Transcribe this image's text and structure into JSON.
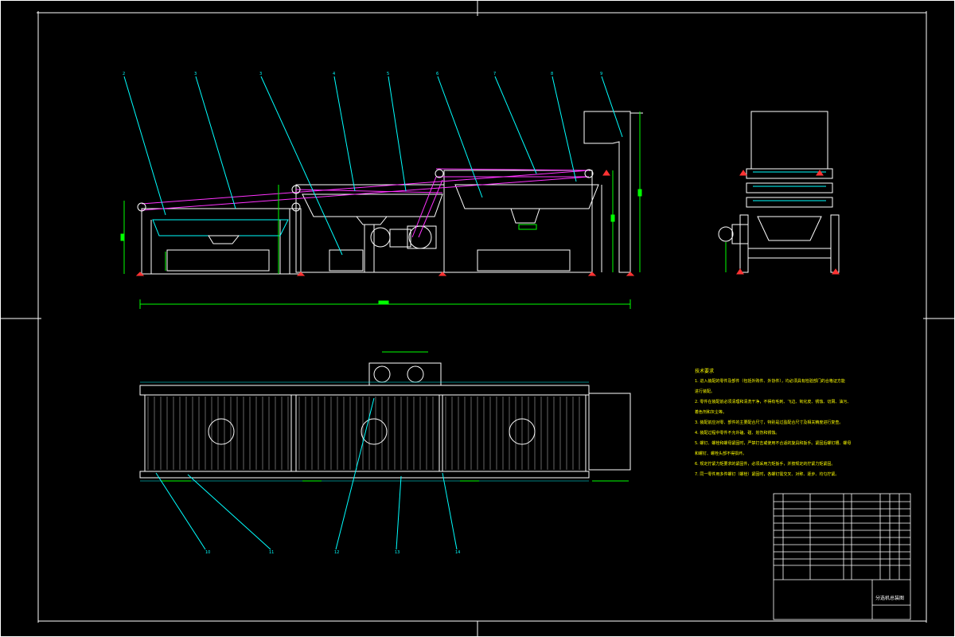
{
  "drawing": {
    "title": "分选机总装图",
    "balloons_top": [
      "2",
      "3",
      "3",
      "4",
      "5",
      "6",
      "7",
      "8",
      "9"
    ],
    "balloons_bottom": [
      "10",
      "11",
      "12",
      "13",
      "14"
    ]
  },
  "notes": {
    "title": "技术要求",
    "lines": [
      "1. 进入装配的零件及部件（包括外购件、外协件），均必须具有检验部门的合格证方能",
      "进行装配。",
      "2. 零件在装配前必须清理和清洗干净，不得有毛刺、飞边、氧化皮、锈蚀、切屑、油污、",
      "着色剂和灰尘等。",
      "3. 装配前应对零、部件的主要配合尺寸，特别是过盈配合尺寸及相关精度进行复查。",
      "4. 装配过程中零件不允许磕、碰、划伤和锈蚀。",
      "5. 螺钉、螺栓和螺母紧固时，严禁打击或使用不合适的旋具和扳手。紧固后螺钉槽、螺母",
      "和螺钉、螺栓头部不得损坏。",
      "6. 规定拧紧力矩要求的紧固件，必须采用力矩扳手，并按规定的拧紧力矩紧固。",
      "7. 同一零件用多件螺钉（螺栓）紧固时，各螺钉需交叉、对称、逐步、均匀拧紧。"
    ]
  },
  "colors": {
    "frame": "#ffffff",
    "leader": "#00ffff",
    "belt": "#ff33ff",
    "dimension": "#00ff00",
    "marker": "#ff3333",
    "text": "#ffff00"
  }
}
